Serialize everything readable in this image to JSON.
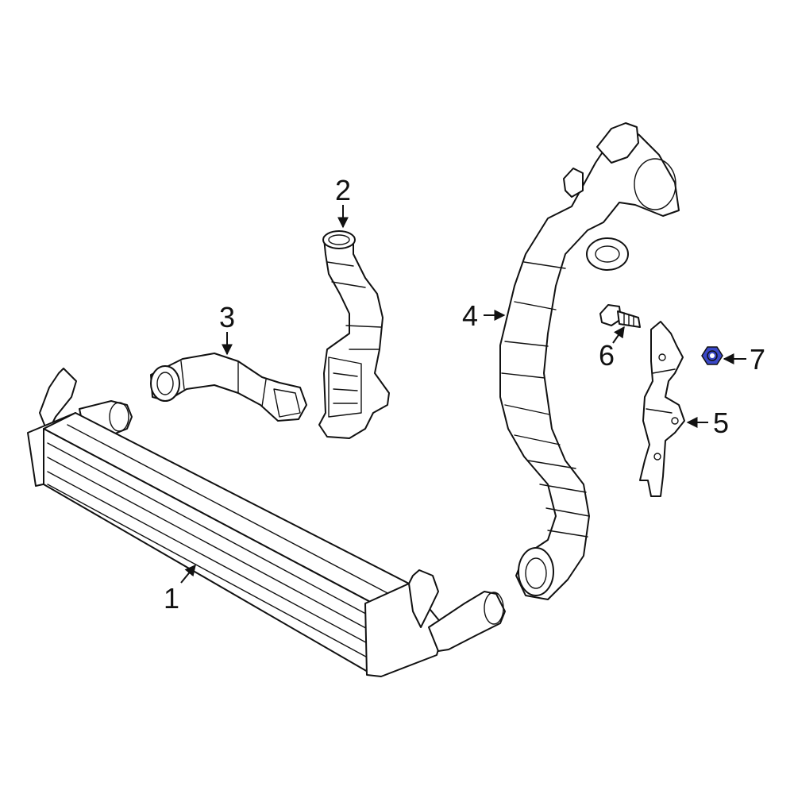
{
  "callouts": [
    {
      "id": "1",
      "label": "1"
    },
    {
      "id": "2",
      "label": "2"
    },
    {
      "id": "3",
      "label": "3"
    },
    {
      "id": "4",
      "label": "4"
    },
    {
      "id": "5",
      "label": "5"
    },
    {
      "id": "6",
      "label": "6"
    },
    {
      "id": "7",
      "label": "7"
    }
  ],
  "highlight": {
    "part": "7",
    "color": "#3a48c8"
  },
  "line_color": "#111111",
  "background": "#ffffff"
}
